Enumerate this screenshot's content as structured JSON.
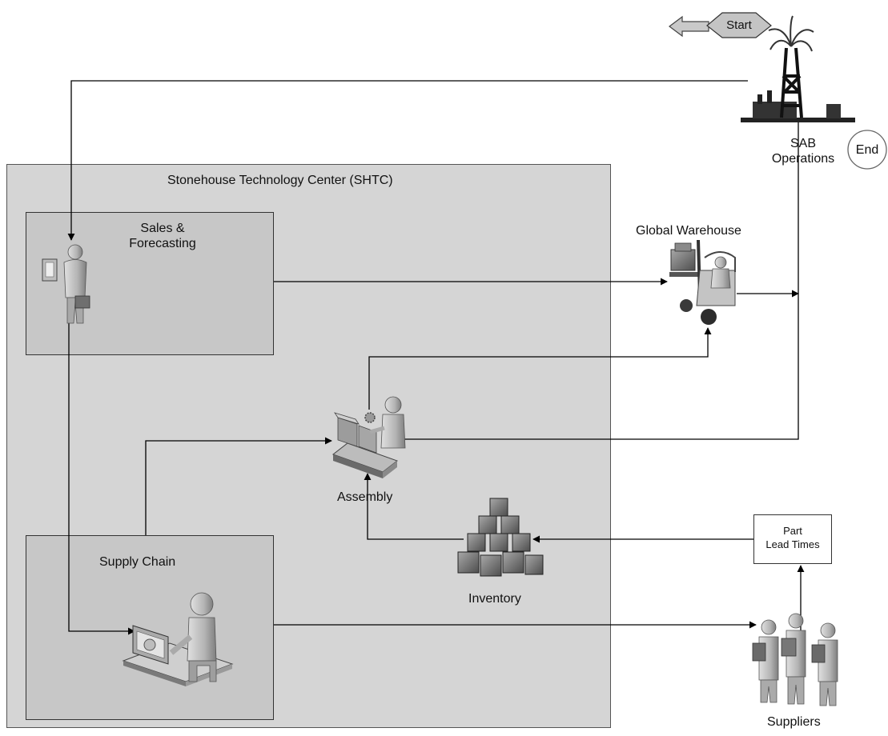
{
  "diagram": {
    "container": {
      "title": "Stonehouse Technology Center (SHTC)"
    },
    "nodes": {
      "start": {
        "label": "Start"
      },
      "end": {
        "label": "End"
      },
      "sab_operations": {
        "label_line1": "SAB",
        "label_line2": "Operations",
        "icon": "oil-derrick-icon"
      },
      "sales_forecasting": {
        "label_line1": "Sales &",
        "label_line2": "Forecasting",
        "icon": "salesperson-icon"
      },
      "global_warehouse": {
        "label": "Global Warehouse",
        "icon": "forklift-icon"
      },
      "assembly": {
        "label": "Assembly",
        "icon": "assembly-worker-icon"
      },
      "inventory": {
        "label": "Inventory",
        "icon": "boxes-icon"
      },
      "supply_chain": {
        "label": "Supply Chain",
        "icon": "computer-user-icon"
      },
      "part_lead_times": {
        "label_line1": "Part",
        "label_line2": "Lead Times"
      },
      "suppliers": {
        "label": "Suppliers",
        "icon": "suppliers-group-icon"
      }
    },
    "edges": [
      {
        "from": "SAB Operations",
        "to": "Sales & Forecasting"
      },
      {
        "from": "Sales & Forecasting",
        "to": "Global Warehouse"
      },
      {
        "from": "Sales & Forecasting",
        "to": "Supply Chain"
      },
      {
        "from": "Supply Chain",
        "to": "Assembly"
      },
      {
        "from": "Supply Chain",
        "to": "Suppliers"
      },
      {
        "from": "Assembly",
        "to": "Global Warehouse"
      },
      {
        "from": "Assembly",
        "to": "SAB Operations"
      },
      {
        "from": "Global Warehouse",
        "to": "SAB Operations"
      },
      {
        "from": "Inventory",
        "to": "Assembly"
      },
      {
        "from": "Part Lead Times",
        "to": "Inventory"
      },
      {
        "from": "Suppliers",
        "to": "Part Lead Times"
      }
    ]
  }
}
